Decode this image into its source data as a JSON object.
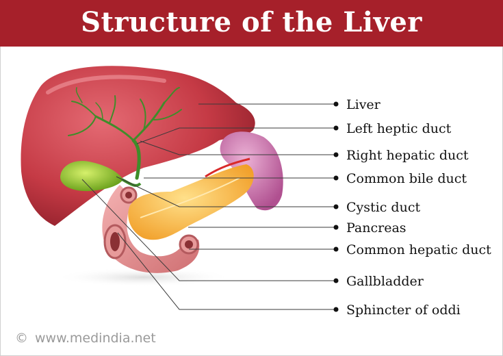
{
  "title": "Structure of the Liver",
  "labels": [
    "Liver",
    "Left heptic duct",
    "Right hepatic duct",
    "Common bile duct",
    "Cystic duct",
    "Pancreas",
    "Common hepatic duct",
    "Gallbladder",
    "Sphincter of oddi"
  ],
  "footer": {
    "symbol": "©",
    "site": "www.medindia.net"
  },
  "colors": {
    "title_bar": "#a6202a",
    "liver": "#c33a45",
    "gallbladder": "#8ec41e",
    "pancreas": "#f3ab2e",
    "spleen": "#c56aa4",
    "duodenum": "#de8d8d",
    "bile_duct": "#3f8d2a"
  }
}
